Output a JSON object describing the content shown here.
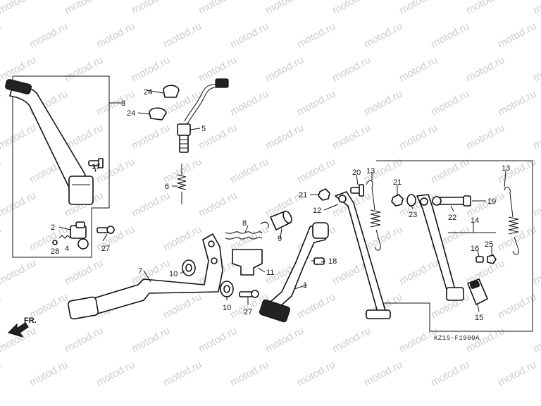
{
  "watermark": "motod.ru",
  "diagram_code": "KZ1S-F1900A",
  "direction_label": "FR.",
  "callouts": [
    "1",
    "2",
    "3",
    "4",
    "5",
    "6",
    "7",
    "8",
    "9",
    "10",
    "10",
    "11",
    "12",
    "13",
    "13",
    "14",
    "15",
    "16",
    "17",
    "18",
    "19",
    "20",
    "21",
    "21",
    "22",
    "23",
    "24",
    "24",
    "25",
    "27",
    "27",
    "28"
  ]
}
